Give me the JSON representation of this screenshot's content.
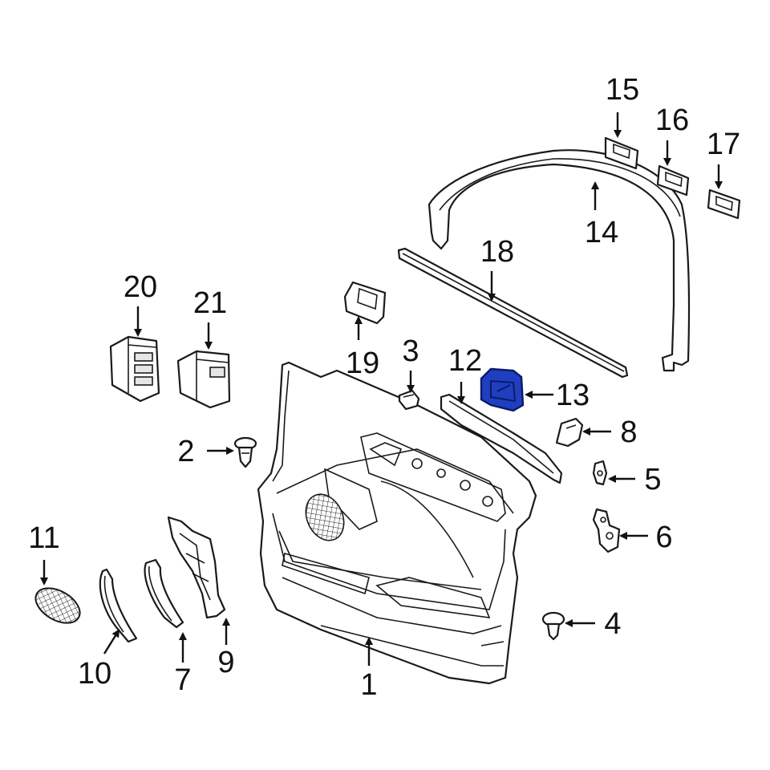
{
  "diagram": {
    "highlight_color": "#1f3fbf",
    "callouts": [
      {
        "id": "1",
        "text": "1"
      },
      {
        "id": "2",
        "text": "2"
      },
      {
        "id": "3",
        "text": "3"
      },
      {
        "id": "4",
        "text": "4"
      },
      {
        "id": "5",
        "text": "5"
      },
      {
        "id": "6",
        "text": "6"
      },
      {
        "id": "7",
        "text": "7"
      },
      {
        "id": "8",
        "text": "8"
      },
      {
        "id": "9",
        "text": "9"
      },
      {
        "id": "10",
        "text": "10"
      },
      {
        "id": "11",
        "text": "11"
      },
      {
        "id": "12",
        "text": "12"
      },
      {
        "id": "13",
        "text": "13"
      },
      {
        "id": "14",
        "text": "14"
      },
      {
        "id": "15",
        "text": "15"
      },
      {
        "id": "16",
        "text": "16"
      },
      {
        "id": "17",
        "text": "17"
      },
      {
        "id": "18",
        "text": "18"
      },
      {
        "id": "19",
        "text": "19"
      },
      {
        "id": "20",
        "text": "20"
      },
      {
        "id": "21",
        "text": "21"
      }
    ]
  }
}
